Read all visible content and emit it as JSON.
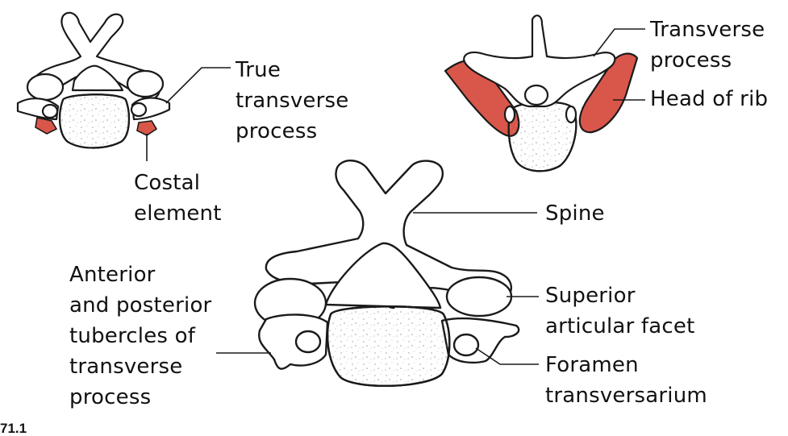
{
  "labels": {
    "true_transverse": [
      "True",
      "transverse",
      "process"
    ],
    "costal_element": [
      "Costal",
      "element"
    ],
    "transverse_process": [
      "Transverse",
      "process"
    ],
    "head_of_rib": "Head of rib",
    "spine": "Spine",
    "superior_articular_facet": [
      "Superior",
      "articular facet"
    ],
    "foramen_transversarium": [
      "Foramen",
      "transversarium"
    ],
    "anterior_posterior_tubercles": [
      "Anterior",
      "and posterior",
      "tubercles of",
      "transverse",
      "process"
    ]
  },
  "figure_number": "71.1",
  "colors": {
    "rib": "#d9574a",
    "outline": "#1a1a1a",
    "bone": "#ffffff",
    "body_fill": "#f6f6f6"
  }
}
